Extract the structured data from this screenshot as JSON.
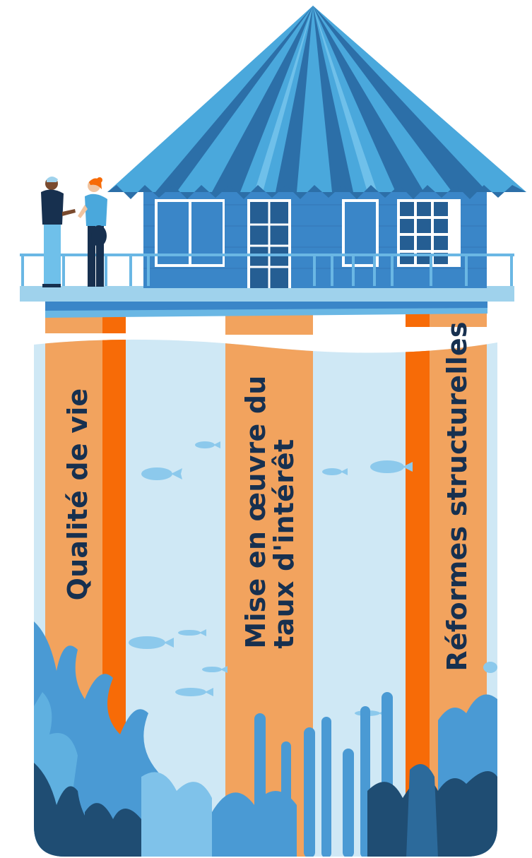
{
  "pillars": [
    {
      "lines": [
        "Qualité de vie"
      ]
    },
    {
      "lines": [
        "Mise en œuvre du",
        "taux d'intérêt"
      ]
    },
    {
      "lines": [
        "Réformes structurelles"
      ]
    }
  ],
  "colors": {
    "pillar": "#f2a35e",
    "pillar_dark": "#f76b07",
    "water": "#cfe8f5",
    "roof": "#4aa8dc",
    "wall": "#3a86c8",
    "deck": "#9fd2ec",
    "coral_light": "#4a9ad4",
    "coral_dark": "#1f4d73",
    "text": "#17304f"
  },
  "icons": [
    "hut-illustration",
    "people-illustration",
    "fish-illustration",
    "coral-illustration"
  ]
}
